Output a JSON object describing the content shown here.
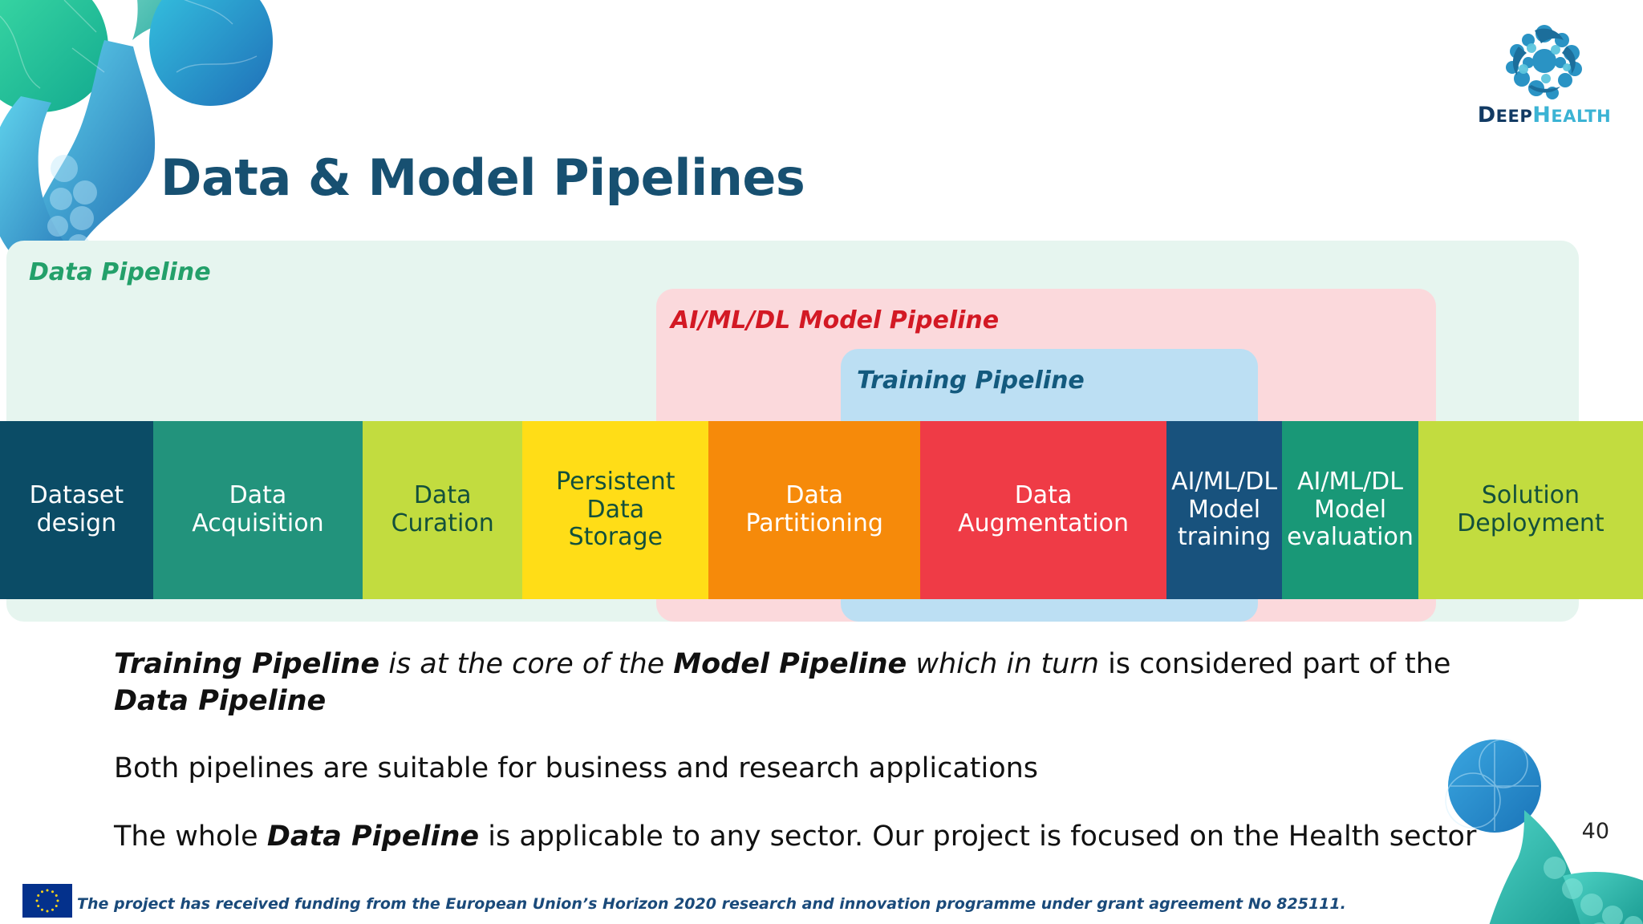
{
  "slide": {
    "title": "Data & Model Pipelines",
    "page_number": "40"
  },
  "logo": {
    "name": "deephealth-logo",
    "text_dark": "D",
    "text_dark_rest": "EEP",
    "text_light": "H",
    "text_light_rest": "EALTH"
  },
  "diagram": {
    "bands": [
      {
        "name": "data-pipeline",
        "label": "Data Pipeline",
        "color": "#e6f5ef",
        "label_color": "#23a06a"
      },
      {
        "name": "model-pipeline",
        "label": "AI/ML/DL Model Pipeline",
        "color": "#fbd9dc",
        "label_color": "#d31924"
      },
      {
        "name": "training-pipeline",
        "label": "Training Pipeline",
        "color": "#bcdff3",
        "label_color": "#135a7e"
      }
    ],
    "stages": [
      {
        "label": "Dataset\ndesign",
        "bg": "#0b4c66",
        "fg": "#ffffff"
      },
      {
        "label": "Data\nAcquisition",
        "bg": "#22937c",
        "fg": "#ffffff"
      },
      {
        "label": "Data\nCuration",
        "bg": "#c2dc3f",
        "fg": "#13503c"
      },
      {
        "label": "Persistent\nData\nStorage",
        "bg": "#ffdd17",
        "fg": "#13503c"
      },
      {
        "label": "Data\nPartitioning",
        "bg": "#f68a0a",
        "fg": "#ffffff"
      },
      {
        "label": "Data\nAugmentation",
        "bg": "#ef3b46",
        "fg": "#ffffff"
      },
      {
        "label": "AI/ML/DL\nModel\ntraining",
        "bg": "#18527d",
        "fg": "#ffffff"
      },
      {
        "label": "AI/ML/DL\nModel\nevaluation",
        "bg": "#199877",
        "fg": "#ffffff"
      },
      {
        "label": "Solution\nDeployment",
        "bg": "#c2dc3f",
        "fg": "#13503c"
      }
    ]
  },
  "bullets": [
    {
      "name": "bullet-training-pipeline-core",
      "runs": [
        {
          "text": "Training Pipeline",
          "style": "bolditalic"
        },
        {
          "text": " is at the core of the ",
          "style": "italic"
        },
        {
          "text": "Model Pipeline",
          "style": "bolditalic"
        },
        {
          "text": " which in turn",
          "style": "italic"
        },
        {
          "text": " is considered part of the ",
          "style": "normal"
        },
        {
          "text": "Data Pipeline",
          "style": "bolditalic"
        }
      ]
    },
    {
      "name": "bullet-both-pipelines",
      "runs": [
        {
          "text": "Both pipelines are suitable for business and research applications",
          "style": "normal"
        }
      ]
    },
    {
      "name": "bullet-health-sector",
      "runs": [
        {
          "text": "The whole ",
          "style": "normal"
        },
        {
          "text": "Data Pipeline",
          "style": "bolditalic"
        },
        {
          "text": " is applicable to any sector. Our project is focused on the Health sector",
          "style": "normal"
        }
      ]
    }
  ],
  "footer": {
    "text": "The project has received funding from the European Union’s Horizon 2020 research and innovation programme under grant agreement No 825111.",
    "flag_name": "eu-flag"
  }
}
